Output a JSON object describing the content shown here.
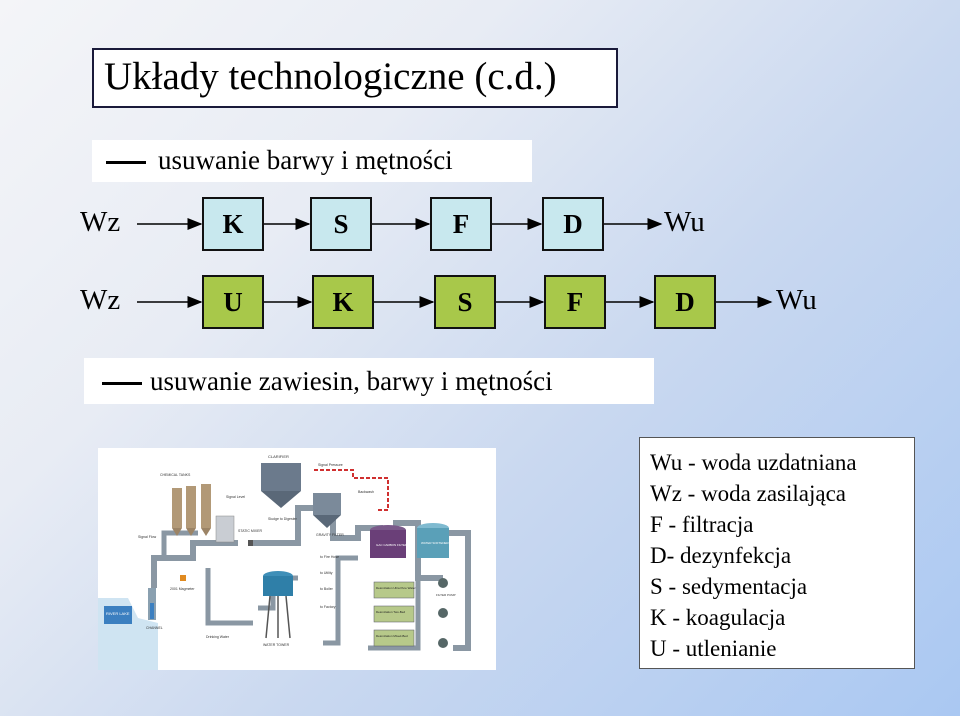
{
  "title": "Układy technologiczne (c.d.)",
  "legend_top": {
    "text": "usuwanie barwy i mętności"
  },
  "legend_bottom": {
    "text": "usuwanie zawiesin, barwy i mętności"
  },
  "row1": {
    "start": "Wz",
    "end": "Wu",
    "boxes": [
      "K",
      "S",
      "F",
      "D"
    ],
    "fill": "#c8e8ee"
  },
  "row2": {
    "start": "Wz",
    "end": "Wu",
    "boxes": [
      "U",
      "K",
      "S",
      "F",
      "D"
    ],
    "fill": "#a8c84a"
  },
  "definitions": [
    "Wu - woda uzdatniana",
    "Wz - woda zasilająca",
    "F - filtracja",
    "D- dezynfekcja",
    "S - sedymentacja",
    "K - koagulacja",
    "U - utlenianie"
  ],
  "diagram_labels": {
    "clarifier": "CLARIFIER",
    "sludge": "Sludge to Digester",
    "signal_pressure": "Signal Pressure",
    "backwash": "Backwash",
    "gravity_filter": "GRAVITY FILTER",
    "static_mixer": "STATIC MIXER",
    "chemical_tanks": "CHEMICAL TANKS",
    "signal_level": "Signal Level",
    "signal_flow": "Signal Flow",
    "magmeter": "2001 Magmeter",
    "water_tower": "WATER TOWER",
    "drinking_water": "Drinking Water",
    "to_fire_hose": "to Fire Hose",
    "to_utility": "to Utility",
    "to_boiler": "to Boiler",
    "to_factory": "to Factory",
    "deion1": "Deionization Ultra Pure Water",
    "deion2": "Deionization Two-Bed",
    "deion3": "Deionization Mixed-Bed",
    "carbon_filter": "GAC CARBON FILTER",
    "water_softener": "WATER SOFTENER",
    "filter_pump": "FILTER PUMP",
    "intake": "RIVER LAKE",
    "channel": "CHANNEL"
  }
}
